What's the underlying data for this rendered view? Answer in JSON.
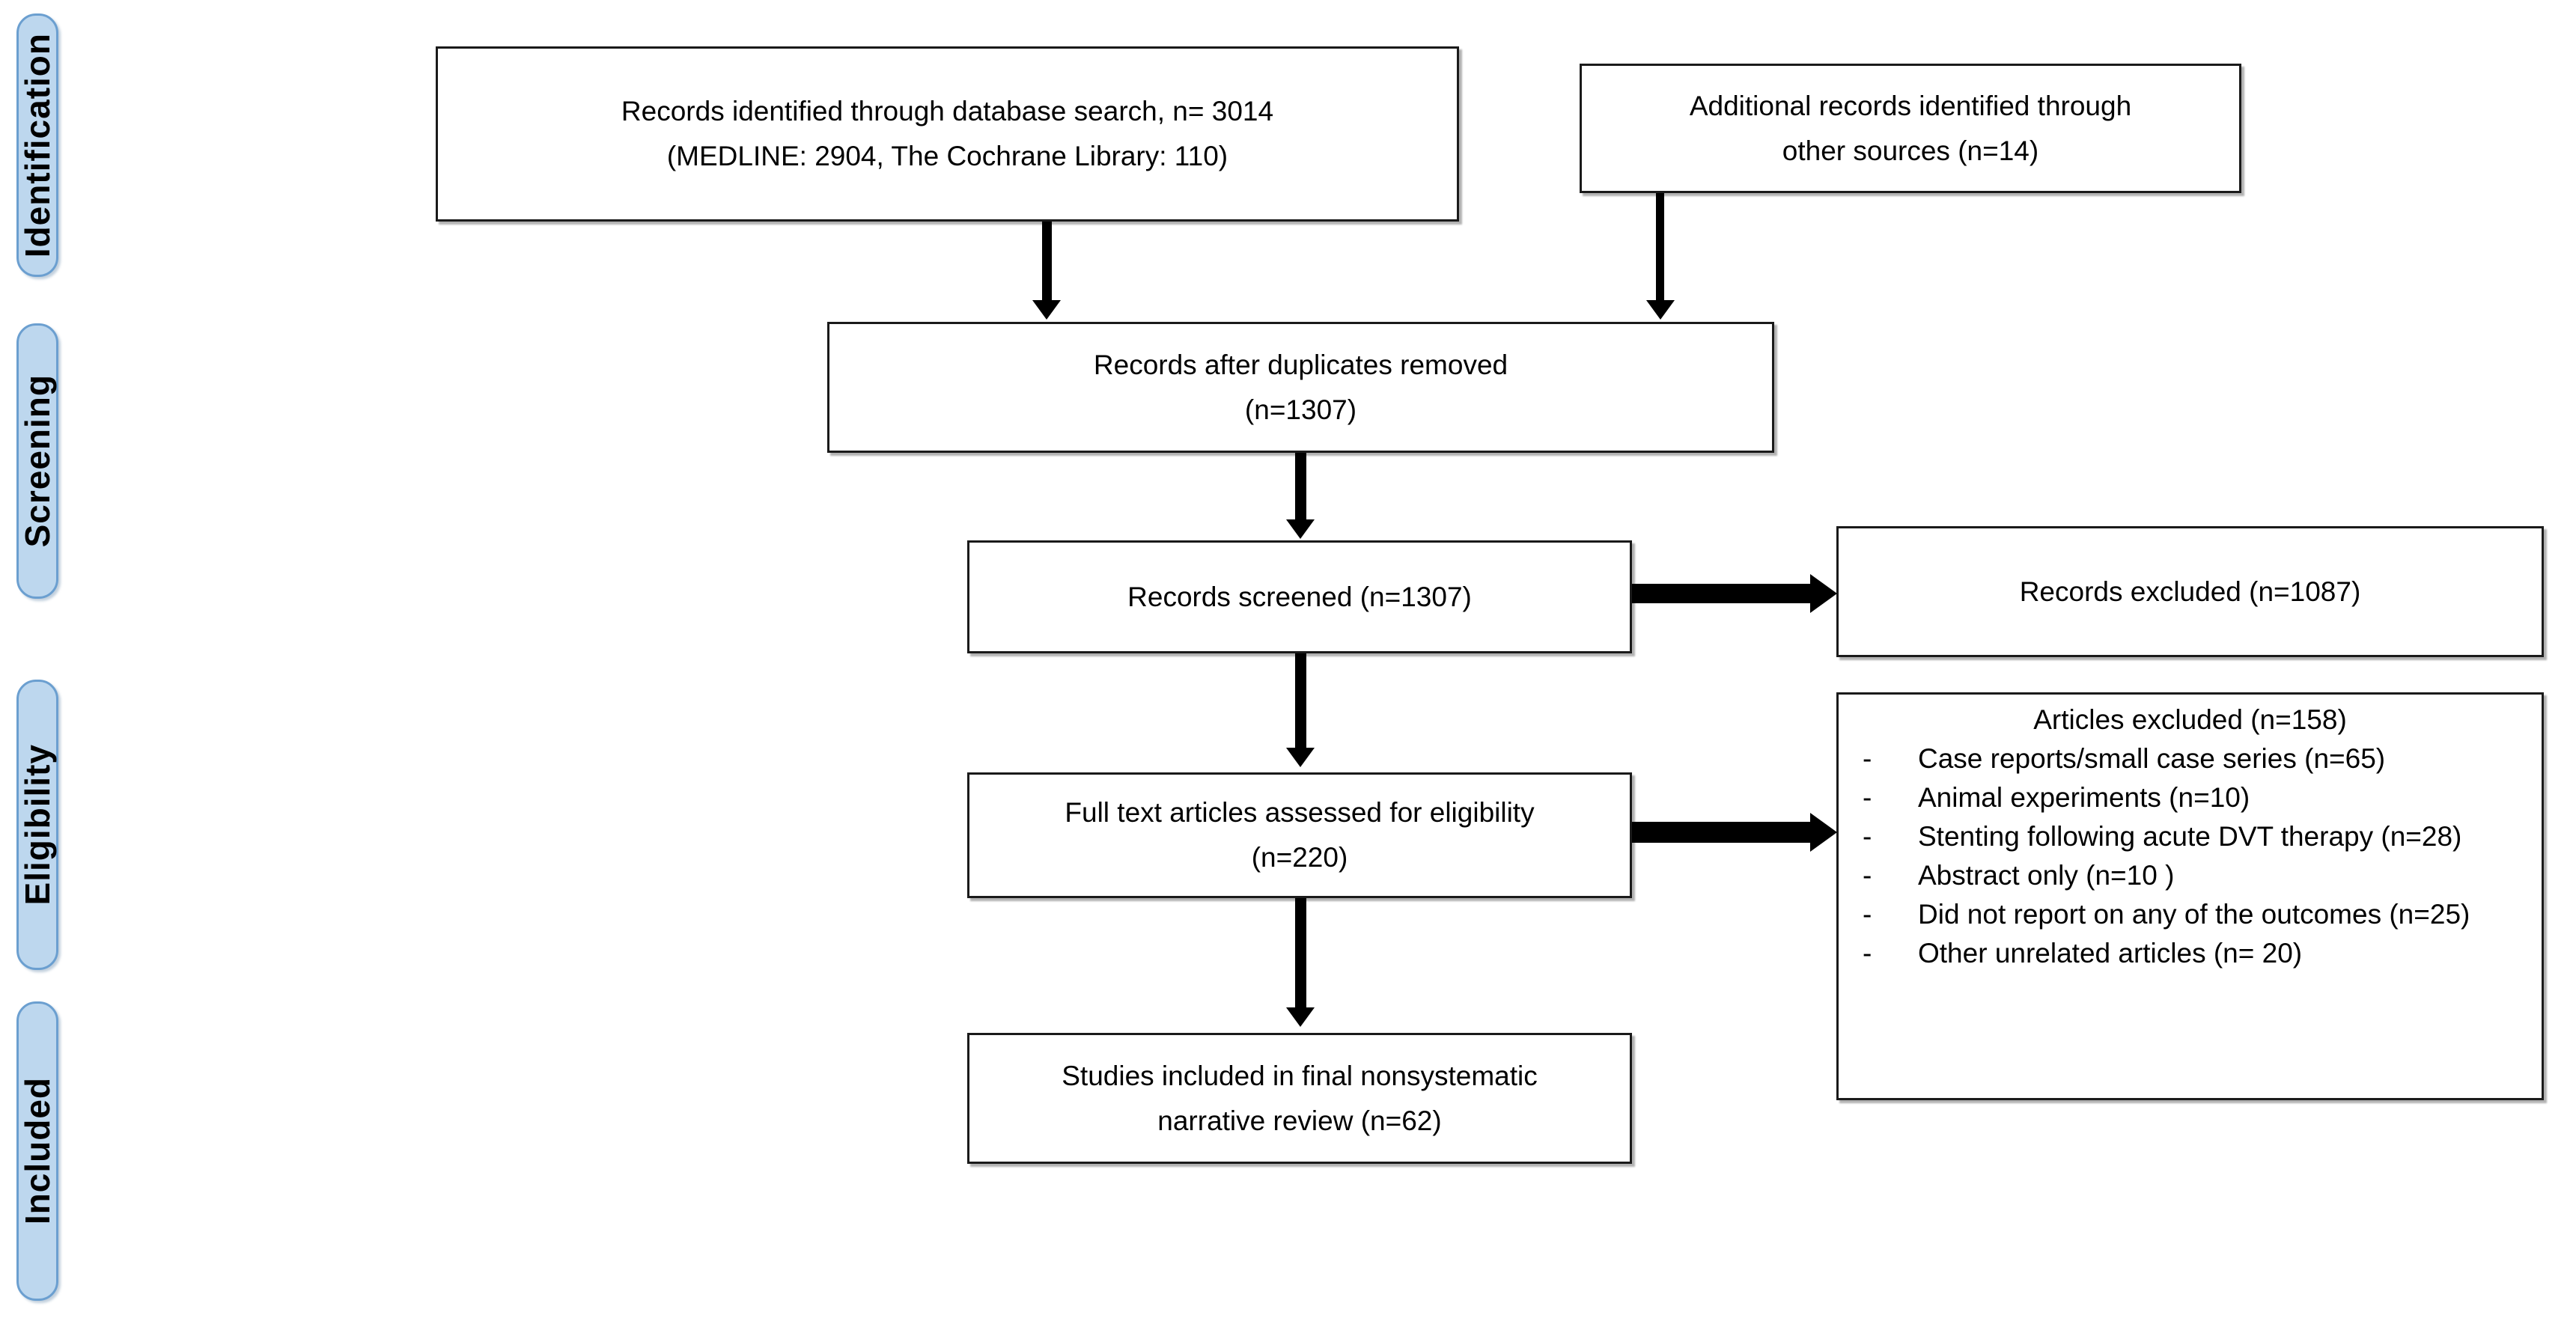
{
  "diagram": {
    "type": "prisma-flow-diagram",
    "title": "PRISMA study selection flow diagram",
    "accent_color": "#bdd7ee",
    "accent_border_color": "#6b9fd0",
    "box_border_color": "#1a1a1a",
    "background_color": "#ffffff"
  },
  "stages": [
    {
      "id": "identification",
      "label": "Identification"
    },
    {
      "id": "screening",
      "label": "Screening"
    },
    {
      "id": "eligibility",
      "label": "Eligibility"
    },
    {
      "id": "included",
      "label": "Included"
    }
  ],
  "boxes": {
    "records_identified": {
      "line1": "Records identified through database search, n= 3014",
      "line2": "(MEDLINE: 2904, The Cochrane Library: 110)",
      "n": 3014,
      "medline": 2904,
      "cochrane": 110
    },
    "additional_records": {
      "line1": "Additional records identified through",
      "line2": "other sources (n=14)",
      "n": 14
    },
    "duplicates_removed": {
      "line1": "Records after duplicates removed",
      "line2": "(n=1307)",
      "n": 1307
    },
    "records_screened": {
      "line1": "Records screened (n=1307)",
      "n": 1307
    },
    "records_excluded": {
      "line1": "Records excluded (n=1087)",
      "n": 1087
    },
    "full_text_assessed": {
      "line1": "Full text articles assessed for eligibility",
      "line2": "(n=220)",
      "n": 220
    },
    "articles_excluded": {
      "title": "Articles excluded (n=158)",
      "n": 158,
      "bullet_marker": "-",
      "reasons": [
        {
          "text": "Case reports/small case series (n=65)",
          "n": 65
        },
        {
          "text": "Animal experiments (n=10)",
          "n": 10
        },
        {
          "text": "Stenting following acute DVT therapy (n=28)",
          "n": 28
        },
        {
          "text": "Abstract only (n=10 )",
          "n": 10
        },
        {
          "text": "Did not report on any of the outcomes (n=25)",
          "n": 25
        },
        {
          "text": "Other unrelated articles (n= 20)",
          "n": 20
        }
      ]
    },
    "studies_included": {
      "line1": "Studies included in final nonsystematic",
      "line2": "narrative review (n=62)",
      "n": 62
    }
  },
  "chart_data": {
    "type": "diagram",
    "title": "PRISMA flow of study selection",
    "nodes": [
      {
        "id": "records_identified",
        "label": "Records identified through database search, n= 3014 (MEDLINE: 2904, The Cochrane Library: 110)",
        "value": 3014,
        "stage": "Identification"
      },
      {
        "id": "additional_records",
        "label": "Additional records identified through other sources (n=14)",
        "value": 14,
        "stage": "Identification"
      },
      {
        "id": "duplicates_removed",
        "label": "Records after duplicates removed (n=1307)",
        "value": 1307,
        "stage": "Screening"
      },
      {
        "id": "records_screened",
        "label": "Records screened (n=1307)",
        "value": 1307,
        "stage": "Screening"
      },
      {
        "id": "records_excluded",
        "label": "Records excluded (n=1087)",
        "value": 1087,
        "stage": "Screening"
      },
      {
        "id": "full_text_assessed",
        "label": "Full text articles assessed for eligibility (n=220)",
        "value": 220,
        "stage": "Eligibility"
      },
      {
        "id": "articles_excluded",
        "label": "Articles excluded (n=158)",
        "value": 158,
        "stage": "Eligibility"
      },
      {
        "id": "studies_included",
        "label": "Studies included in final nonsystematic narrative review (n=62)",
        "value": 62,
        "stage": "Included"
      }
    ],
    "edges": [
      {
        "from": "records_identified",
        "to": "duplicates_removed",
        "direction": "down"
      },
      {
        "from": "additional_records",
        "to": "duplicates_removed",
        "direction": "down"
      },
      {
        "from": "duplicates_removed",
        "to": "records_screened",
        "direction": "down"
      },
      {
        "from": "records_screened",
        "to": "records_excluded",
        "direction": "right"
      },
      {
        "from": "records_screened",
        "to": "full_text_assessed",
        "direction": "down"
      },
      {
        "from": "full_text_assessed",
        "to": "articles_excluded",
        "direction": "right"
      },
      {
        "from": "full_text_assessed",
        "to": "studies_included",
        "direction": "down"
      }
    ]
  }
}
